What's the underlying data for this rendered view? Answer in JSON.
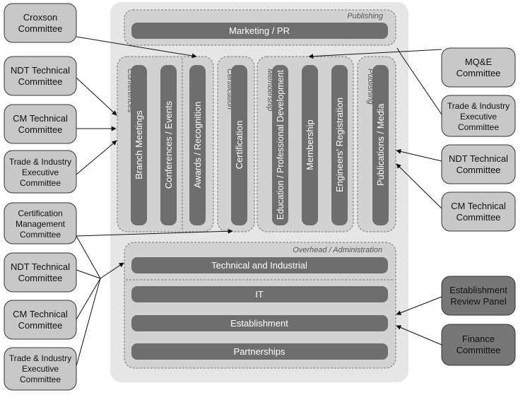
{
  "committees_left": [
    {
      "id": "croxson",
      "lines": [
        "Croxson",
        "Committee"
      ]
    },
    {
      "id": "ndt-left-top",
      "lines": [
        "NDT Technical",
        "Committee"
      ]
    },
    {
      "id": "cm-left-top",
      "lines": [
        "CM Technical",
        "Committee"
      ]
    },
    {
      "id": "ti-left-top",
      "lines": [
        "Trade & Industry",
        "Executive",
        "Committee"
      ]
    },
    {
      "id": "cert-mgmt",
      "lines": [
        "Certification",
        "Management",
        "Committee"
      ]
    },
    {
      "id": "ndt-left-bottom",
      "lines": [
        "NDT Technical",
        "Committee"
      ]
    },
    {
      "id": "cm-left-bottom",
      "lines": [
        "CM Technical",
        "Committee"
      ]
    },
    {
      "id": "ti-left-bottom",
      "lines": [
        "Trade & Industry",
        "Executive",
        "Committee"
      ]
    }
  ],
  "committees_right": [
    {
      "id": "mqe",
      "lines": [
        "MQ&E",
        "Committee"
      ]
    },
    {
      "id": "ti-right",
      "lines": [
        "Trade & Industry",
        "Executive",
        "Committee"
      ]
    },
    {
      "id": "ndt-right",
      "lines": [
        "NDT Technical",
        "Committee"
      ]
    },
    {
      "id": "cm-right",
      "lines": [
        "CM Technical",
        "Committee"
      ]
    },
    {
      "id": "erp",
      "lines": [
        "Establishment",
        "Review Panel"
      ]
    },
    {
      "id": "finance",
      "lines": [
        "Finance",
        "Committee"
      ]
    }
  ],
  "groups": {
    "publishing_top": "Publishing",
    "conferences": "Conferences",
    "certification": "Certification",
    "membership": "Membership",
    "publishing_side": "Publishing",
    "overhead": "Overhead / Administration"
  },
  "bars": {
    "marketing": "Marketing / PR",
    "branch_meetings": "Branch Meetings",
    "conferences_events": "Conferences / Events",
    "awards": "Awards / Recognition",
    "certification": "Certification",
    "education": "Education / Professional Development",
    "membership": "Membership",
    "engineers_registration": "Engineers' Registration",
    "publications": "Publications / Media",
    "technical_industrial": "Technical and Industrial",
    "it": "IT",
    "establishment": "Establishment",
    "partnerships": "Partnerships"
  },
  "colors": {
    "committee_light": "#c8c8c8",
    "committee_dark": "#777777",
    "panel": "#e6e6e6",
    "group": "#d2d2d2",
    "bar": "#6e6e6e"
  }
}
